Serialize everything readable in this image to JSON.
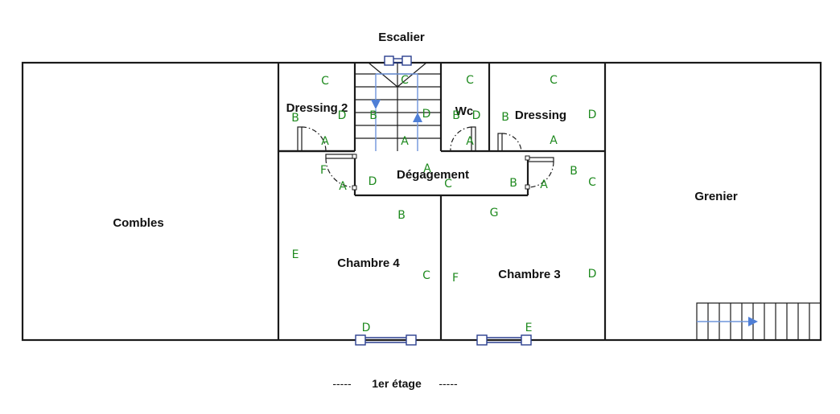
{
  "plan": {
    "title": "Escalier",
    "caption": {
      "left_dashes": "-----",
      "label": "1er étage",
      "right_dashes": "-----"
    },
    "rooms": {
      "combles": "Combles",
      "dressing_2": "Dressing 2",
      "wc": "Wc",
      "dressing": "Dressing",
      "degagement": "Dégagement",
      "grenier": "Grenier",
      "chambre_4": "Chambre 4",
      "chambre_3": "Chambre 3"
    },
    "wall_marks": {
      "dressing2_c": "C",
      "dressing2_b": "B",
      "dressing2_d": "D",
      "dressing2_a": "A",
      "stair_c": "C",
      "stair_b": "B",
      "stair_d": "D",
      "stair_a": "A",
      "wc_c": "C",
      "wc_b": "B",
      "wc_d": "D",
      "wc_a": "A",
      "dressing_c": "C",
      "dressing_b": "B",
      "dressing_d": "D",
      "dressing_a": "A",
      "deg_f": "F",
      "deg_a_left": "A",
      "deg_d": "D",
      "deg_a_top": "A",
      "deg_c": "C",
      "deg_b": "B",
      "deg_a_right": "A",
      "ch4_b": "B",
      "ch4_e": "E",
      "ch4_c": "C",
      "ch4_d": "D",
      "ch3_g": "G",
      "ch3_b": "B",
      "ch3_c": "C",
      "ch3_f": "F",
      "ch3_d": "D",
      "ch3_e": "E"
    },
    "colors": {
      "wall": "#1a1a1a",
      "wall_mark": "#1f8a1f",
      "stair_arrow": "#4f7fd6",
      "window": "#2a3f8f"
    }
  }
}
